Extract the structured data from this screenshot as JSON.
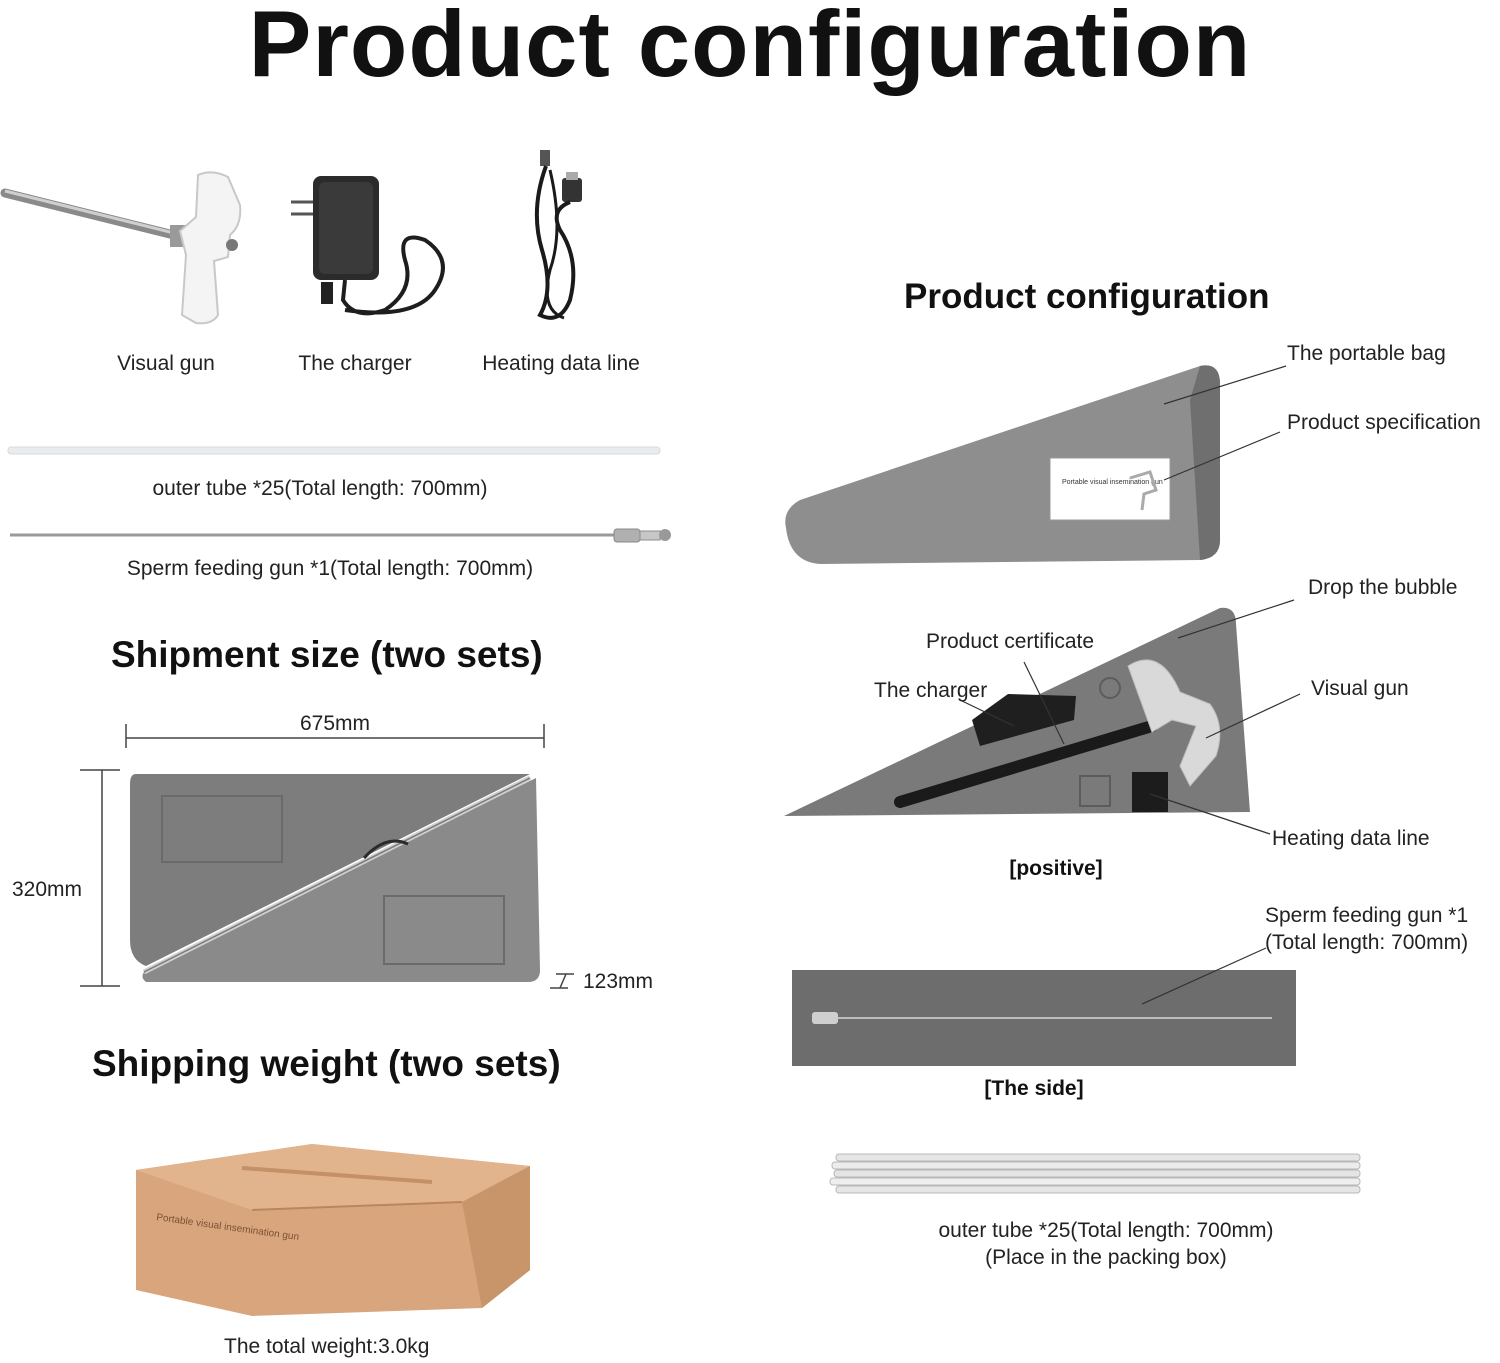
{
  "title": "Product configuration",
  "left": {
    "items": [
      {
        "label": "Visual gun",
        "icon": "visual-gun-image"
      },
      {
        "label": "The charger",
        "icon": "charger-image"
      },
      {
        "label": "Heating data line",
        "icon": "data-cable-image"
      }
    ],
    "outer_tube_label": "outer tube *25(Total length: 700mm)",
    "sperm_gun_label": "Sperm feeding gun *1(Total length: 700mm)",
    "shipment_heading": "Shipment size (two sets)",
    "dim_width": "675mm",
    "dim_height": "320mm",
    "dim_depth": "123mm",
    "weight_heading": "Shipping weight (two sets)",
    "box_print": "Portable visual insemination gun",
    "total_weight": "The total weight:3.0kg"
  },
  "right": {
    "heading": "Product configuration",
    "bag_callouts": {
      "portable_bag": "The portable bag",
      "spec": "Product specification"
    },
    "label_card_text": "Portable visual insemination gun",
    "foam_callouts": {
      "drop_bubble": "Drop the bubble",
      "certificate": "Product certificate",
      "charger": "The charger",
      "visual_gun": "Visual gun",
      "heating_line": "Heating data line"
    },
    "positive_caption": "[positive]",
    "side_callout_line1": "Sperm feeding gun *1",
    "side_callout_line2": "(Total length: 700mm)",
    "side_caption": "[The side]",
    "tubes_line1": "outer tube *25(Total length: 700mm)",
    "tubes_line2": "(Place in the packing box)"
  },
  "colors": {
    "bag_gray": "#8e8e8e",
    "foam_gray": "#7a7a7a",
    "box_kraft": "#d8a57c"
  }
}
